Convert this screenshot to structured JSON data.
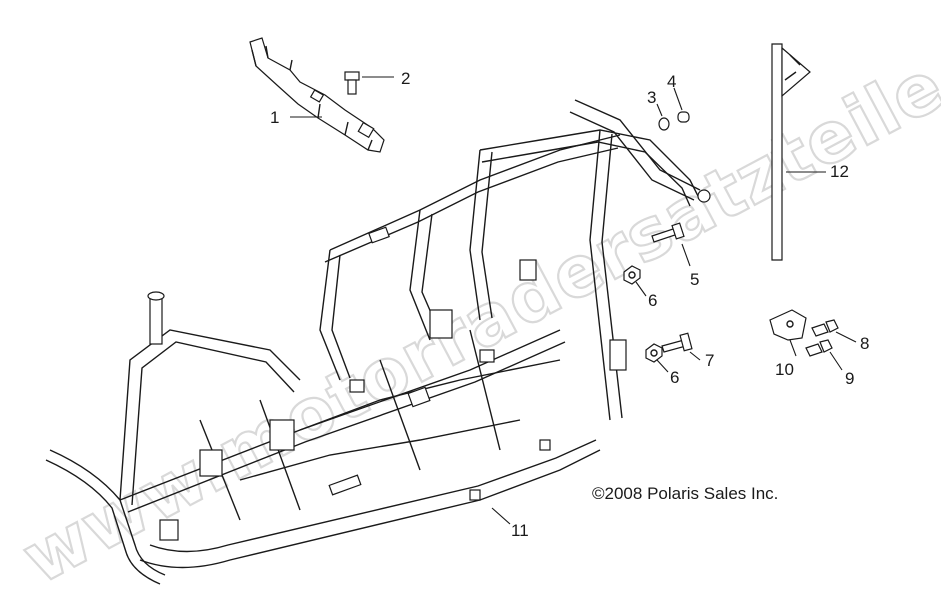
{
  "watermark": {
    "text": "www.motorradersatzteile.de"
  },
  "copyright": {
    "text": "©2008 Polaris Sales Inc."
  },
  "callouts": [
    {
      "id": "1",
      "label": "1"
    },
    {
      "id": "2",
      "label": "2"
    },
    {
      "id": "3",
      "label": "3"
    },
    {
      "id": "4",
      "label": "4"
    },
    {
      "id": "5",
      "label": "5"
    },
    {
      "id": "6a",
      "label": "6"
    },
    {
      "id": "6b",
      "label": "6"
    },
    {
      "id": "7",
      "label": "7"
    },
    {
      "id": "8",
      "label": "8"
    },
    {
      "id": "9",
      "label": "9"
    },
    {
      "id": "10",
      "label": "10"
    },
    {
      "id": "11",
      "label": "11"
    },
    {
      "id": "12",
      "label": "12"
    }
  ]
}
